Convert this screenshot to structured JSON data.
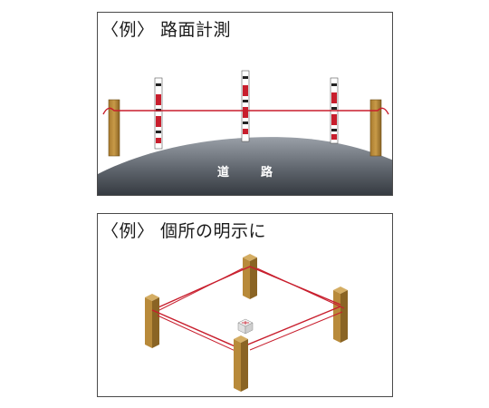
{
  "panels": [
    {
      "title": "〈例〉 路面計測",
      "road_label_left": "道",
      "road_label_right": "路"
    },
    {
      "title": "〈例〉 個所の明示に"
    }
  ],
  "colors": {
    "rope": "#c81e2d",
    "post_front": "#b88a3a",
    "post_side": "#8a6424",
    "post_top": "#d4ad63",
    "road_top": "#8a9098",
    "road_bottom": "#3a4048",
    "border": "#4a4a4a"
  },
  "icons": [
    "wooden-post-icon",
    "survey-pole-icon",
    "rope-line-icon",
    "survey-marker-box-icon"
  ]
}
